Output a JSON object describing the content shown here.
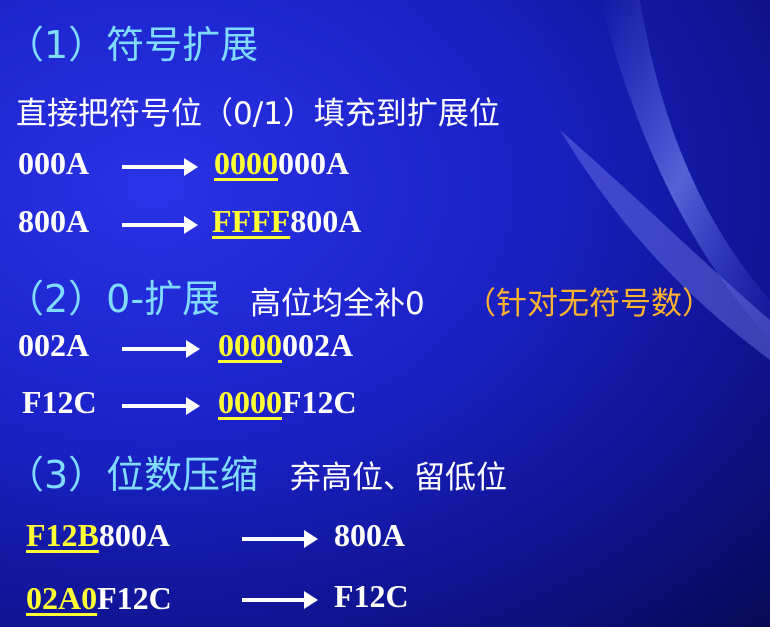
{
  "s1": {
    "heading": "（1）符号扩展",
    "desc": "直接把符号位（0/1）填充到扩展位",
    "ex1": {
      "src": "000A",
      "hi": "0000",
      "lo": "000A"
    },
    "ex2": {
      "src": "800A",
      "hi": "FFFF",
      "lo": "800A"
    }
  },
  "s2": {
    "heading": "（2）0-扩展",
    "desc": "高位均全补0",
    "note": "（针对无符号数）",
    "ex1": {
      "src": "002A",
      "hi": "0000",
      "lo": "002A"
    },
    "ex2": {
      "src": "F12C",
      "hi": "0000",
      "lo": "F12C"
    }
  },
  "s3": {
    "heading": "（3）位数压缩",
    "desc": "弃高位、留低位",
    "ex1": {
      "hi": "F12B",
      "lo": "800A",
      "dst": "800A"
    },
    "ex2": {
      "hi": "02A0",
      "lo": "F12C",
      "dst": "F12C"
    }
  },
  "colors": {
    "heading": "#7fdcff",
    "highlight": "#ffff33",
    "note": "#ffb22e",
    "background": "#1b22c8"
  }
}
